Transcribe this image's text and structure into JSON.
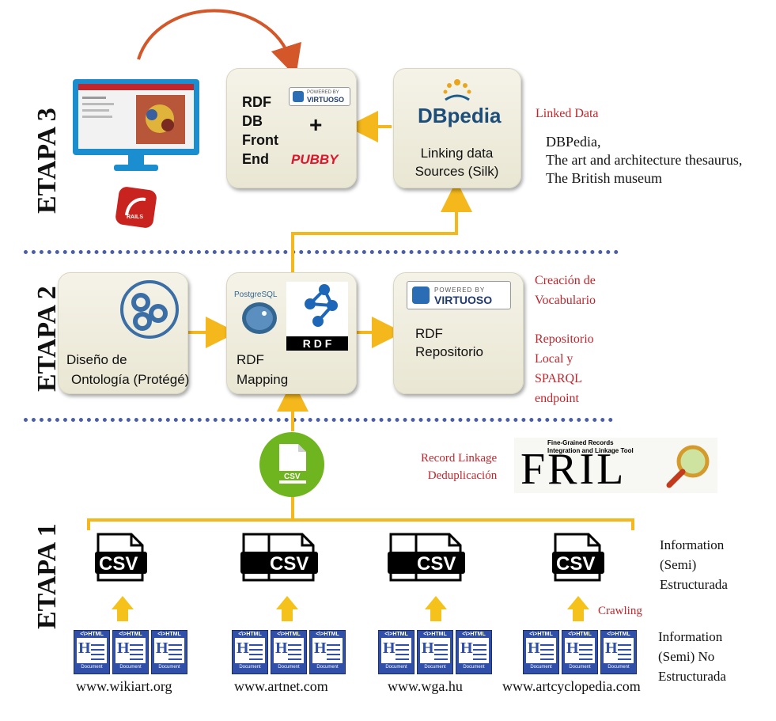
{
  "stages": {
    "etapa3": "ETAPA 3",
    "etapa2": "ETAPA 2",
    "etapa1": "ETAPA 1"
  },
  "etapa3": {
    "rdf_box": {
      "line1": "RDF",
      "line2": "DB",
      "line3": "Front",
      "line4": "End",
      "plus": "+",
      "pubby": "PUBBY"
    },
    "virtuoso_badge": {
      "powered": "POWERED BY",
      "brand": "VIRTUOSO"
    },
    "dbpedia_box": {
      "logo": "DBpedia",
      "line1": "Linking data",
      "line2": "Sources (Silk)"
    },
    "rails_label": "RAILS",
    "side_title": "Linked Data",
    "side_items": [
      "DBPedia,",
      "The art and architecture thesaurus,",
      "The British museum"
    ]
  },
  "etapa2": {
    "ontology_box": {
      "line1": "Diseño de",
      "line2": "Ontología (Protégé)"
    },
    "mapping_box": {
      "postgres": "PostgreSQL",
      "rdf_logo": "R D F",
      "line1": "RDF",
      "line2": "Mapping"
    },
    "repo_box": {
      "powered": "POWERED BY",
      "brand": "VIRTUOSO",
      "line1": "RDF",
      "line2": "Repositorio"
    },
    "side_red1": [
      "Creación de",
      "Vocabulario"
    ],
    "side_red2": [
      "Repositorio",
      "Local y",
      "SPARQL",
      "endpoint"
    ]
  },
  "etapa1": {
    "csv_merge_label": "CSV",
    "record_linkage": [
      "Record Linkage",
      "Deduplicación"
    ],
    "fril": {
      "subtitle1": "Fine-Grained Records",
      "subtitle2": "Integration and Linkage Tool",
      "logo": "FRIL"
    },
    "csv_label": "CSV",
    "crawling": "Crawling",
    "info_semi": [
      "Information",
      "(Semi)",
      "Estructurada"
    ],
    "info_nosemi": [
      "Information",
      "(Semi) No",
      "Estructurada"
    ],
    "html_doc_top": "<\\>HTML",
    "html_doc_bottom": "Document",
    "sources": [
      "www.wikiart.org",
      "www.artnet.com",
      "www.wga.hu",
      "www.artcyclopedia.com"
    ]
  },
  "colors": {
    "arrow": "#f4b81c",
    "dotted": "#4a5fa5",
    "red_text": "#c0262c",
    "box_fill": "#eeebda"
  }
}
